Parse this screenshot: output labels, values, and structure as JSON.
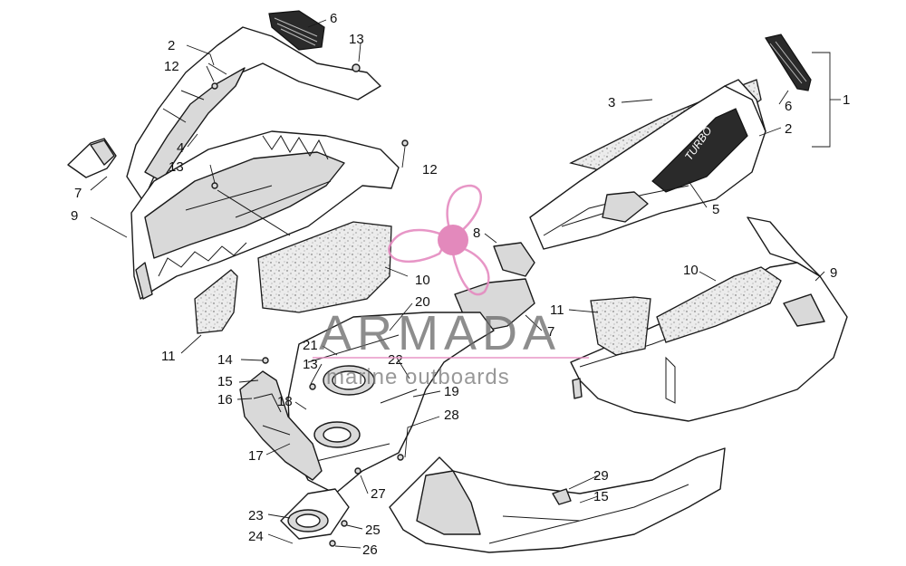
{
  "diagram": {
    "callouts": [
      {
        "id": "c-2a",
        "text": "2"
      },
      {
        "id": "c-12a",
        "text": "12"
      },
      {
        "id": "c-6a",
        "text": "6"
      },
      {
        "id": "c-13a",
        "text": "13"
      },
      {
        "id": "c-4",
        "text": "4"
      },
      {
        "id": "c-13b",
        "text": "13"
      },
      {
        "id": "c-12b",
        "text": "12"
      },
      {
        "id": "c-7a",
        "text": "7"
      },
      {
        "id": "c-9a",
        "text": "9"
      },
      {
        "id": "c-10a",
        "text": "10"
      },
      {
        "id": "c-8",
        "text": "8"
      },
      {
        "id": "c-11a",
        "text": "11"
      },
      {
        "id": "c-20",
        "text": "20"
      },
      {
        "id": "c-21",
        "text": "21"
      },
      {
        "id": "c-13c",
        "text": "13"
      },
      {
        "id": "c-22",
        "text": "22"
      },
      {
        "id": "c-14",
        "text": "14"
      },
      {
        "id": "c-15a",
        "text": "15"
      },
      {
        "id": "c-16",
        "text": "16"
      },
      {
        "id": "c-18",
        "text": "18"
      },
      {
        "id": "c-19",
        "text": "19"
      },
      {
        "id": "c-28",
        "text": "28"
      },
      {
        "id": "c-17",
        "text": "17"
      },
      {
        "id": "c-27",
        "text": "27"
      },
      {
        "id": "c-23",
        "text": "23"
      },
      {
        "id": "c-24",
        "text": "24"
      },
      {
        "id": "c-25",
        "text": "25"
      },
      {
        "id": "c-26",
        "text": "26"
      },
      {
        "id": "c-3",
        "text": "3"
      },
      {
        "id": "c-6b",
        "text": "6"
      },
      {
        "id": "c-2b",
        "text": "2"
      },
      {
        "id": "c-1",
        "text": "1"
      },
      {
        "id": "c-5",
        "text": "5"
      },
      {
        "id": "c-7b",
        "text": "7"
      },
      {
        "id": "c-10b",
        "text": "10"
      },
      {
        "id": "c-9b",
        "text": "9"
      },
      {
        "id": "c-11b",
        "text": "11"
      },
      {
        "id": "c-29",
        "text": "29"
      },
      {
        "id": "c-15b",
        "text": "15"
      }
    ],
    "decal_text": "TURBO"
  },
  "watermark": {
    "brand": "ARMADA",
    "tagline": "marine outboards",
    "logo_color": "#e58bc0",
    "logo_hub_color": "#e07db5"
  }
}
